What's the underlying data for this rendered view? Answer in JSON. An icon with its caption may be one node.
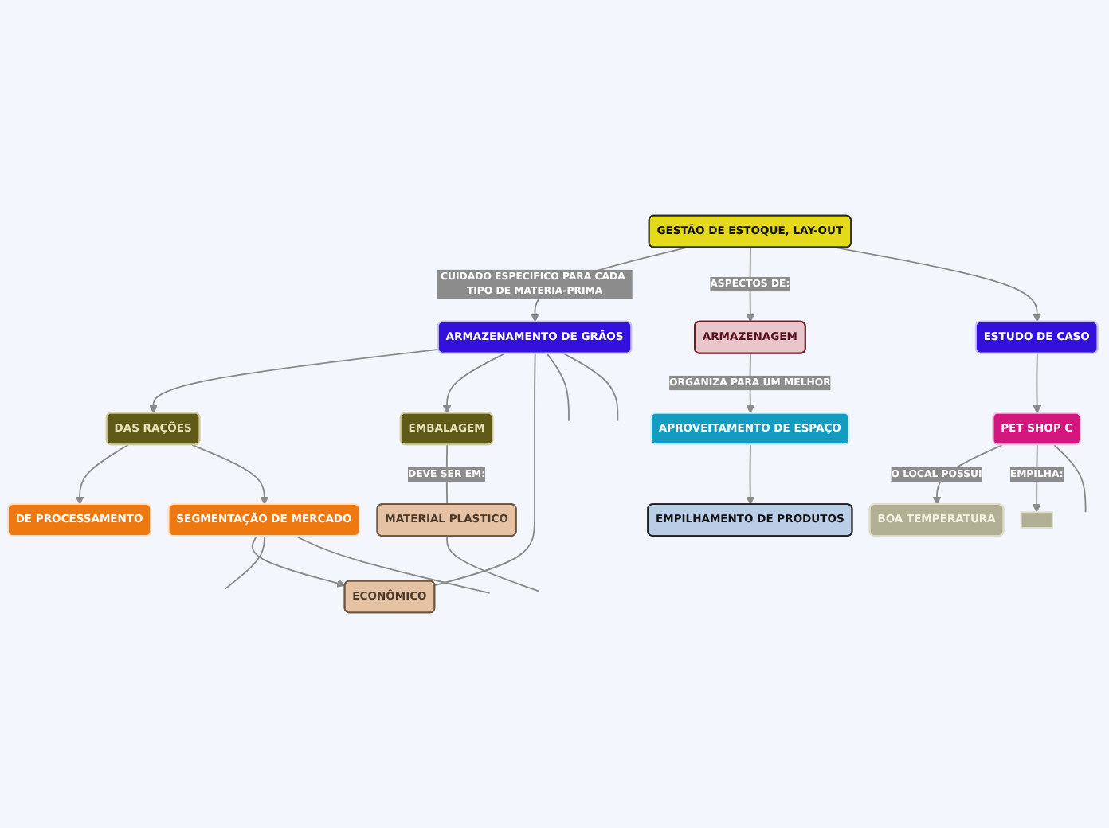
{
  "diagram": {
    "nodes": [
      {
        "text": [
          "GESTÃO DE ESTOQUE, LAY-OUT"
        ]
      },
      {
        "text": [
          "ESTUDO DE CASO"
        ]
      },
      {
        "text": [
          "ARMAZENAGEM"
        ]
      },
      {
        "text": [
          "ARMAZENAMENTO DE GRÃOS"
        ]
      },
      {
        "text": [
          "APROVEITAMENTO DE ESPAÇO"
        ]
      },
      {
        "text": [
          "PET SHOP C"
        ]
      },
      {
        "text": [
          "EMBALAGEM"
        ]
      },
      {
        "text": [
          "EMPILHAMENTO DE PRODUTOS"
        ]
      },
      {
        "text": [
          "DAS RAÇÕES"
        ]
      },
      {
        "text": [
          "SEGMENTAÇÃO DE MERCADO"
        ]
      },
      {
        "text": [
          "MATERIAL PLASTICO"
        ]
      },
      {
        "text": [
          "BOA TEMPERATURA"
        ]
      },
      {
        "text": [
          "DE PROCESSAMENTO"
        ]
      },
      {
        "text": [
          "ECONÔMICO"
        ]
      },
      {
        "text": [],
        "shape": "box"
      }
    ],
    "edges": [
      {
        "from": 0,
        "to": 3,
        "label": "CUIDADO ESPECIFICO PARA CADA TIPO DE MATERIA-PRIMA",
        "arrow": "to"
      },
      {
        "from": 0,
        "to": 2,
        "label": "ASPECTOS DE:",
        "arrow": "to"
      },
      {
        "from": 0,
        "to": 1,
        "arrow": "to"
      },
      {
        "from": 2,
        "to": 4,
        "label": "ORGANIZA PARA UM MELHOR",
        "arrow": "to"
      },
      {
        "from": 4,
        "to": 7,
        "arrow": "to"
      },
      {
        "from": 1,
        "to": 5,
        "arrow": "to"
      },
      {
        "from": 3,
        "to": 8,
        "arrow": "to"
      },
      {
        "from": 3,
        "to": 6,
        "arrow": "to"
      },
      {
        "from": 3,
        "to": 13,
        "arrow": "none"
      },
      {
        "from": 3,
        "to": null,
        "arrow": "none"
      },
      {
        "from": 3,
        "to": null,
        "arrow": "none"
      },
      {
        "from": 6,
        "to": 10,
        "label": "DEVE SER EM:",
        "arrow": "none"
      },
      {
        "from": 8,
        "to": 12,
        "arrow": "to"
      },
      {
        "from": 8,
        "to": 9,
        "arrow": "to"
      },
      {
        "from": 9,
        "to": 13,
        "arrow": "to"
      },
      {
        "from": 9,
        "to": null,
        "arrow": "none"
      },
      {
        "from": 9,
        "to": null,
        "arrow": "none"
      },
      {
        "from": 10,
        "to": null,
        "arrow": "none"
      },
      {
        "from": 5,
        "to": 11,
        "label": "O LOCAL POSSUI",
        "arrow": "to"
      },
      {
        "from": 5,
        "to": 14,
        "label": "EMPILHA:",
        "arrow": "to"
      },
      {
        "from": 5,
        "to": null,
        "arrow": "none"
      }
    ]
  }
}
